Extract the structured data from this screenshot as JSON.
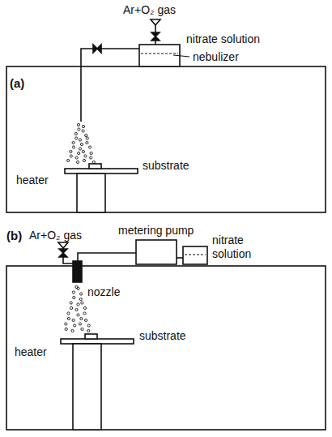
{
  "diagram": {
    "labels": [
      "Ar+O₂ gas",
      "(a)",
      "nitrate solution",
      "nebulizer",
      "heater",
      "substrate",
      "(b)",
      "Ar+O₂ gas",
      "metering pump",
      "nitrate solution",
      "nozzle",
      "heater",
      "substrate"
    ]
  }
}
